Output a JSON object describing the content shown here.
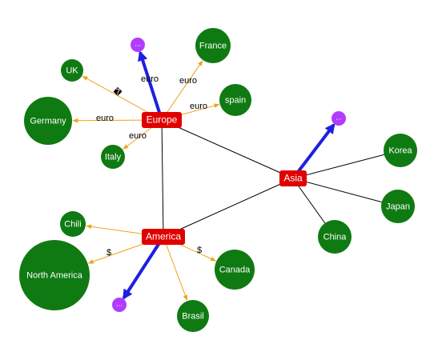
{
  "colors": {
    "hub_fill": "#e00000",
    "leaf_fill": "#0f7a12",
    "expand_fill": "#b13cff",
    "hub_link": "#000000",
    "orange_link": "#f0a21a",
    "blue_link": "#1f1fe0",
    "label_text": "#000000",
    "node_text": "#ffffff"
  },
  "hubs": [
    {
      "id": "europe",
      "label": "Europe"
    },
    {
      "id": "asia",
      "label": "Asia"
    },
    {
      "id": "america",
      "label": "America"
    }
  ],
  "leaves": [
    {
      "id": "uk",
      "label": "UK"
    },
    {
      "id": "france",
      "label": "France"
    },
    {
      "id": "spain",
      "label": "spain"
    },
    {
      "id": "germany",
      "label": "Germany"
    },
    {
      "id": "italy",
      "label": "Italy"
    },
    {
      "id": "korea",
      "label": "Korea"
    },
    {
      "id": "japan",
      "label": "Japan"
    },
    {
      "id": "china",
      "label": "China"
    },
    {
      "id": "chili",
      "label": "Chili"
    },
    {
      "id": "north_america",
      "label": "North America"
    },
    {
      "id": "canada",
      "label": "Canada"
    },
    {
      "id": "brasil",
      "label": "Brasil"
    }
  ],
  "expanders": [
    {
      "id": "exp_europe",
      "label": "..."
    },
    {
      "id": "exp_asia",
      "label": "..."
    },
    {
      "id": "exp_america",
      "label": "..."
    }
  ],
  "edges": [
    {
      "id": "e_eu_asia",
      "from": "europe",
      "to": "asia",
      "kind": "hub",
      "label": ""
    },
    {
      "id": "e_eu_am",
      "from": "europe",
      "to": "america",
      "kind": "hub",
      "label": ""
    },
    {
      "id": "e_asia_am",
      "from": "asia",
      "to": "america",
      "kind": "hub",
      "label": ""
    },
    {
      "id": "e_asia_korea",
      "from": "asia",
      "to": "korea",
      "kind": "hub",
      "label": ""
    },
    {
      "id": "e_asia_japan",
      "from": "asia",
      "to": "japan",
      "kind": "hub",
      "label": ""
    },
    {
      "id": "e_asia_china",
      "from": "asia",
      "to": "china",
      "kind": "hub",
      "label": ""
    },
    {
      "id": "e_eu_uk",
      "from": "europe",
      "to": "uk",
      "kind": "orange",
      "label": "�"
    },
    {
      "id": "e_eu_france",
      "from": "europe",
      "to": "france",
      "kind": "orange",
      "label": "euro"
    },
    {
      "id": "e_eu_spain",
      "from": "europe",
      "to": "spain",
      "kind": "orange",
      "label": "euro"
    },
    {
      "id": "e_eu_germany",
      "from": "europe",
      "to": "germany",
      "kind": "orange",
      "label": "euro"
    },
    {
      "id": "e_eu_italy",
      "from": "europe",
      "to": "italy",
      "kind": "orange",
      "label": "euro"
    },
    {
      "id": "e_eu_exp",
      "from": "europe",
      "to": "exp_europe",
      "kind": "blue",
      "label": "euro"
    },
    {
      "id": "e_asia_exp",
      "from": "asia",
      "to": "exp_asia",
      "kind": "blue",
      "label": ""
    },
    {
      "id": "e_am_chili",
      "from": "america",
      "to": "chili",
      "kind": "orange",
      "label": ""
    },
    {
      "id": "e_am_na",
      "from": "america",
      "to": "north_america",
      "kind": "orange",
      "label": "$"
    },
    {
      "id": "e_am_canada",
      "from": "america",
      "to": "canada",
      "kind": "orange",
      "label": "$"
    },
    {
      "id": "e_am_brasil",
      "from": "america",
      "to": "brasil",
      "kind": "orange",
      "label": ""
    },
    {
      "id": "e_am_exp",
      "from": "america",
      "to": "exp_america",
      "kind": "blue",
      "label": ""
    }
  ]
}
